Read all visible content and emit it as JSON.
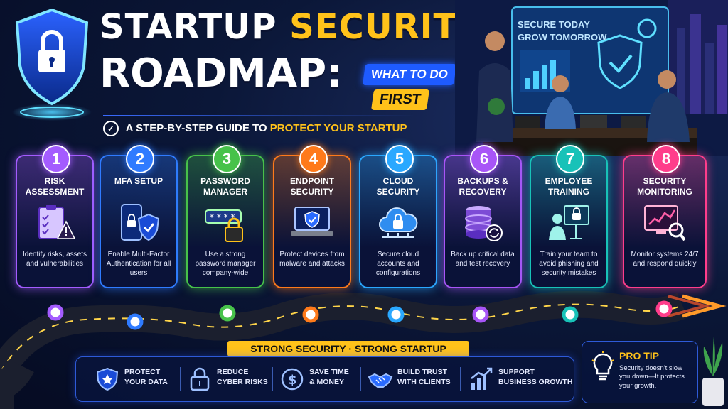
{
  "header": {
    "title_part1": "STARTUP",
    "title_part2": "SECURITY",
    "title_line2": "ROADMAP:",
    "pill_what": "WHAT TO DO",
    "pill_first": "FIRST",
    "subtitle_lead": "A STEP-BY-STEP GUIDE TO",
    "subtitle_highlight": "PROTECT YOUR STARTUP"
  },
  "scene": {
    "screen_line1": "SECURE TODAY",
    "screen_line2": "GROW TOMORROW"
  },
  "steps": [
    {
      "num": "1",
      "title": "RISK ASSESSMENT",
      "desc": "Identify risks, assets and vulnerabilities",
      "color": "#a45cff",
      "icon": "clipboard-warning-icon"
    },
    {
      "num": "2",
      "title": "MFA SETUP",
      "desc": "Enable Multi-Factor Authentication for all users",
      "color": "#2f7bff",
      "icon": "phone-lock-shield-icon"
    },
    {
      "num": "3",
      "title": "PASSWORD MANAGER",
      "desc": "Use a strong password manager company-wide",
      "color": "#47c24a",
      "icon": "password-lock-icon"
    },
    {
      "num": "4",
      "title": "ENDPOINT SECURITY",
      "desc": "Protect devices from malware and attacks",
      "color": "#ff7a1a",
      "icon": "laptop-shield-icon"
    },
    {
      "num": "5",
      "title": "CLOUD SECURITY",
      "desc": "Secure cloud accounts and configurations",
      "color": "#2aa8ff",
      "icon": "cloud-lock-icon"
    },
    {
      "num": "6",
      "title": "BACKUPS & RECOVERY",
      "desc": "Back up critical data and test recovery",
      "color": "#a855f7",
      "icon": "database-refresh-icon"
    },
    {
      "num": "7",
      "title": "EMPLOYEE TRAINING",
      "desc": "Train your team to avoid phishing and security mistakes",
      "color": "#18c2b8",
      "icon": "training-presentation-icon"
    },
    {
      "num": "8",
      "title": "SECURITY MONITORING",
      "desc": "Monitor systems 24/7 and respond quickly",
      "color": "#ff3d8b",
      "icon": "monitor-magnifier-icon"
    }
  ],
  "banner": {
    "tag": "STRONG SECURITY · STRONG STARTUP",
    "benefits": [
      {
        "line1": "PROTECT",
        "line2": "YOUR DATA",
        "icon": "shield-star-icon"
      },
      {
        "line1": "REDUCE",
        "line2": "CYBER RISKS",
        "icon": "padlock-icon"
      },
      {
        "line1": "SAVE TIME",
        "line2": "& MONEY",
        "icon": "dollar-coin-icon"
      },
      {
        "line1": "BUILD TRUST",
        "line2": "WITH CLIENTS",
        "icon": "handshake-icon"
      },
      {
        "line1": "SUPPORT",
        "line2": "BUSINESS GROWTH",
        "icon": "growth-chart-icon"
      }
    ]
  },
  "protip": {
    "title": "PRO TIP",
    "text": "Security doesn't slow you down—It protects your growth."
  }
}
